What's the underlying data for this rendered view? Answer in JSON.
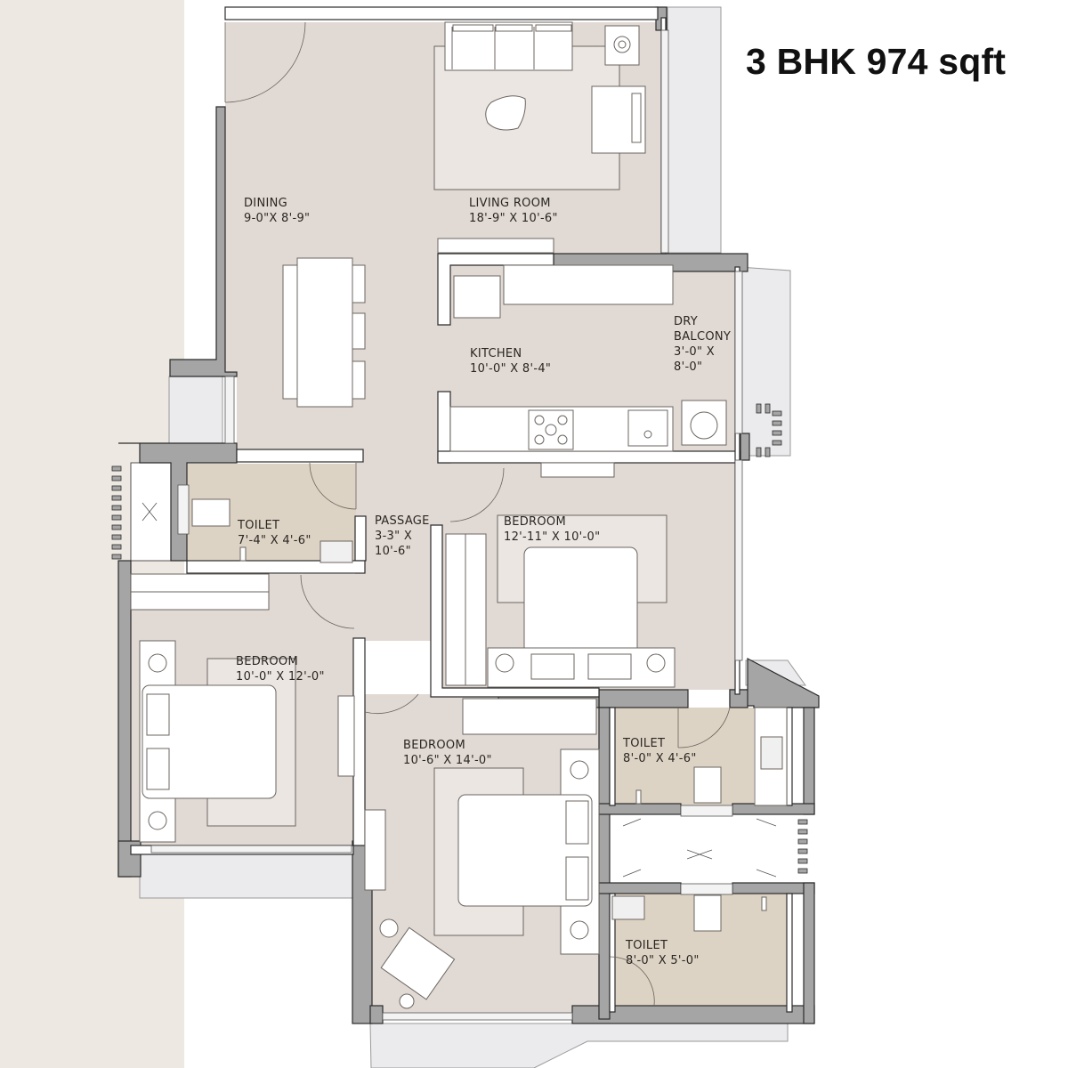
{
  "title": "3 BHK 974 sqft",
  "colors": {
    "floor": "#e1d9d3",
    "wet_floor": "#ddd3c4",
    "wall": "#a5a5a5",
    "outline": "#2b2b2b",
    "balcony": "#ebebee",
    "side_band": "#ede8e2",
    "furniture": "#ffffff"
  },
  "rooms": {
    "dining": {
      "name": "DINING",
      "dims": "9-0\"X 8'-9\""
    },
    "living": {
      "name": "LIVING ROOM",
      "dims": "18'-9\" X 10'-6\""
    },
    "kitchen": {
      "name": "KITCHEN",
      "dims": "10'-0\" X 8'-4\""
    },
    "dry_balcony": {
      "name_1": "DRY",
      "name_2": "BALCONY",
      "dims_1": "3'-0\" X",
      "dims_2": "8'-0\""
    },
    "toilet_1": {
      "name": "TOILET",
      "dims": "7'-4\" X 4'-6\""
    },
    "passage": {
      "name": "PASSAGE",
      "dims_1": "3-3\" X",
      "dims_2": "10'-6\""
    },
    "bedroom_1": {
      "name": "BEDROOM",
      "dims": "12'-11\" X 10'-0\""
    },
    "bedroom_2": {
      "name": "BEDROOM",
      "dims": "10'-0\" X 12'-0\""
    },
    "bedroom_3": {
      "name": "BEDROOM",
      "dims": "10'-6\" X 14'-0\""
    },
    "toilet_2": {
      "name": "TOILET",
      "dims": "8'-0\" X 4'-6\""
    },
    "toilet_3": {
      "name": "TOILET",
      "dims": "8'-0\" X 5'-0\""
    }
  }
}
